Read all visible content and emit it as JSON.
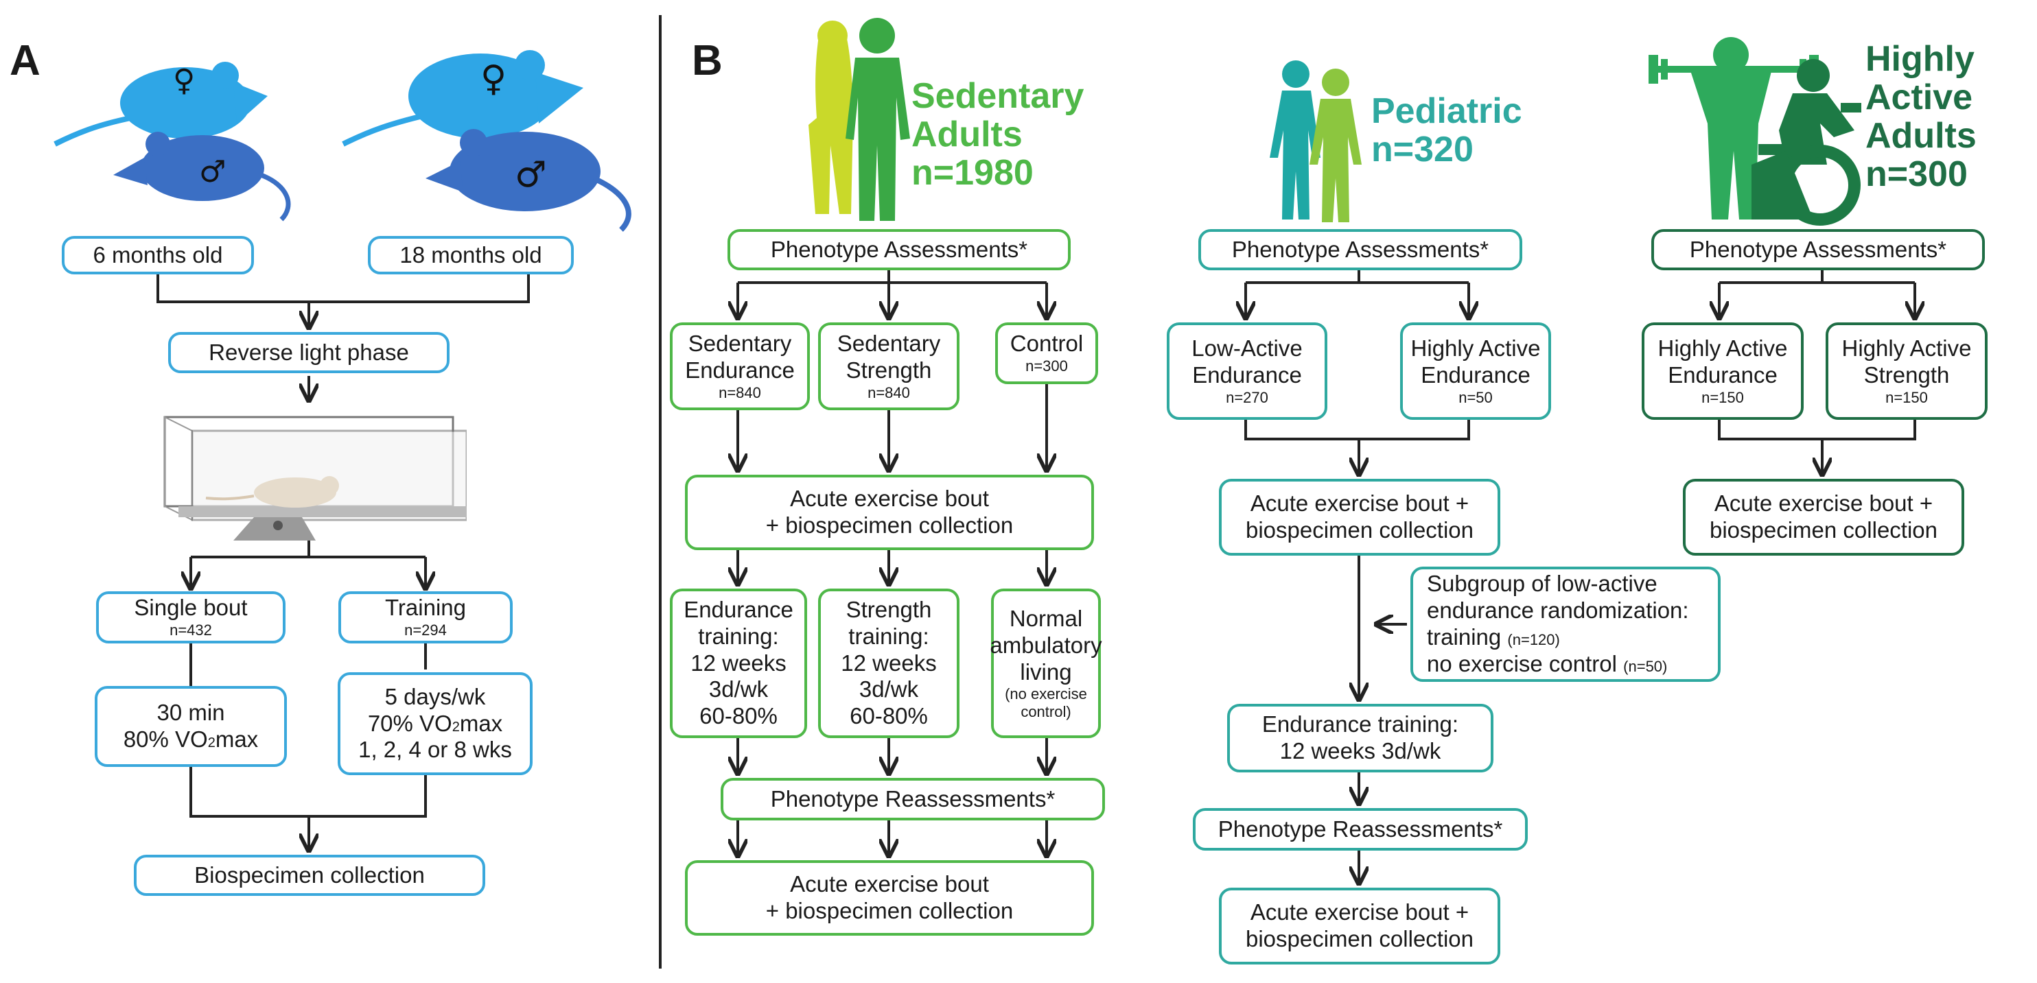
{
  "panel_a": {
    "letter": "A",
    "ages": [
      "6 months old",
      "18 months old"
    ],
    "reverse_light": "Reverse light phase",
    "single_bout": {
      "title": "Single bout",
      "n": "n=432"
    },
    "training": {
      "title": "Training",
      "n": "n=294"
    },
    "single_protocol": {
      "line1": "30 min",
      "line2_pre": "80% VO",
      "line2_sub": "2",
      "line2_post": "max"
    },
    "training_protocol": {
      "line1": "5 days/wk",
      "line2_pre": "70% VO",
      "line2_sub": "2",
      "line2_post": "max",
      "line3": "1, 2, 4 or 8 wks"
    },
    "collection": "Biospecimen collection",
    "symbols": {
      "female": "♀",
      "male": "♂"
    }
  },
  "panel_b": {
    "letter": "B",
    "sedentary": {
      "title_line1": "Sedentary",
      "title_line2": "Adults",
      "n": "n=1980",
      "assess": "Phenotype Assessments*",
      "groups": [
        {
          "line1": "Sedentary",
          "line2": "Endurance",
          "n": "n=840"
        },
        {
          "line1": "Sedentary",
          "line2": "Strength",
          "n": "n=840"
        },
        {
          "line1": "Control",
          "line2": "",
          "n": "n=300"
        }
      ],
      "acute1": {
        "line1": "Acute exercise bout",
        "line2": "+ biospecimen collection"
      },
      "interventions": [
        {
          "lines": [
            "Endurance",
            "training:",
            "12 weeks",
            "3d/wk",
            "60-80%"
          ]
        },
        {
          "lines": [
            "Strength",
            "training:",
            "12 weeks",
            "3d/wk",
            "60-80%"
          ]
        },
        {
          "lines": [
            "Normal",
            "ambulatory",
            "living"
          ],
          "note1": "(no exercise",
          "note2": "control)"
        }
      ],
      "reassess": "Phenotype Reassessments*",
      "acute2": {
        "line1": "Acute exercise bout",
        "line2": "+ biospecimen collection"
      }
    },
    "pediatric": {
      "title": "Pediatric",
      "n": "n=320",
      "assess": "Phenotype Assessments*",
      "groups": [
        {
          "line1": "Low-Active",
          "line2": "Endurance",
          "n": "n=270"
        },
        {
          "line1": "Highly Active",
          "line2": "Endurance",
          "n": "n=50"
        }
      ],
      "acute1": {
        "line1": "Acute exercise bout +",
        "line2": "biospecimen collection"
      },
      "subgroup": {
        "line1": "Subgroup of low-active",
        "line2": "endurance randomization:",
        "line3": "training",
        "line3_n": "(n=120)",
        "line4": "no exercise control",
        "line4_n": "(n=50)"
      },
      "training": {
        "line1": "Endurance training:",
        "line2": "12 weeks 3d/wk"
      },
      "reassess": "Phenotype Reassessments*",
      "acute2": {
        "line1": "Acute exercise bout +",
        "line2": "biospecimen collection"
      }
    },
    "highly_active": {
      "title_line1": "Highly",
      "title_line2": "Active",
      "title_line3": "Adults",
      "n": "n=300",
      "assess": "Phenotype Assessments*",
      "groups": [
        {
          "line1": "Highly Active",
          "line2": "Endurance",
          "n": "n=150"
        },
        {
          "line1": "Highly Active",
          "line2": "Strength",
          "n": "n=150"
        }
      ],
      "acute": {
        "line1": "Acute exercise bout +",
        "line2": "biospecimen collection"
      }
    }
  },
  "colors": {
    "rodent_box": "#3aa8dc",
    "sedentary": "#4fb848",
    "pediatric": "#2fa9a0",
    "highly_active": "#1f6e45",
    "rat_light": "#2fa6e6",
    "rat_dark": "#3b6fc4",
    "silhouette_yellow": "#c9d92a",
    "silhouette_green": "#3aa845",
    "silhouette_teal": "#1fa8a5",
    "silhouette_lime": "#8cc63f",
    "silhouette_darkgreen": "#1d7a45",
    "silhouette_midgreen": "#2eaa5c"
  }
}
